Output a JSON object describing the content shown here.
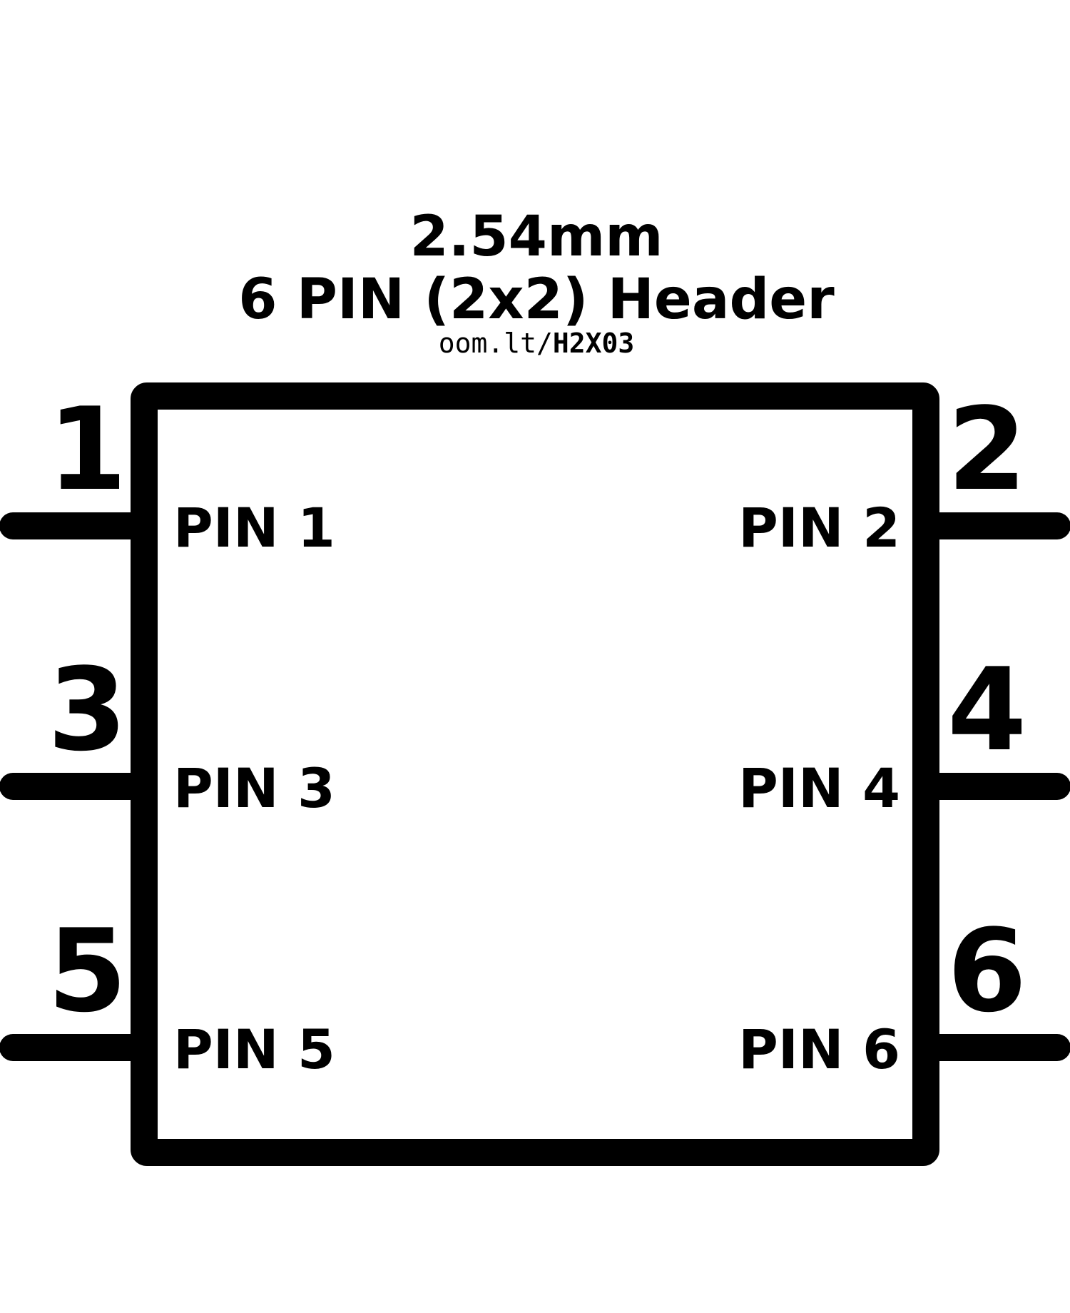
{
  "title": {
    "line1": "2.54mm",
    "line2": "6 PIN (2x2) Header"
  },
  "link": {
    "prefix": "oom.lt/",
    "code": "H2X03"
  },
  "pins": [
    {
      "number": "1",
      "label": "PIN 1"
    },
    {
      "number": "2",
      "label": "PIN 2"
    },
    {
      "number": "3",
      "label": "PIN 3"
    },
    {
      "number": "4",
      "label": "PIN 4"
    },
    {
      "number": "5",
      "label": "PIN 5"
    },
    {
      "number": "6",
      "label": "PIN 6"
    }
  ],
  "colors": {
    "ink": "#000000",
    "background": "#ffffff"
  }
}
